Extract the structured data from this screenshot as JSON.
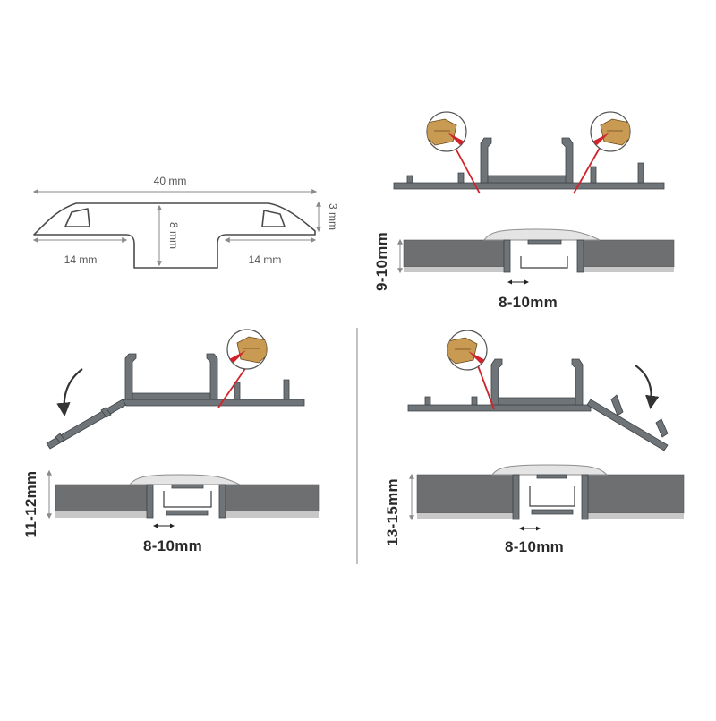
{
  "profile_section": {
    "total_width": "40 mm",
    "wing_left": "14 mm",
    "wing_right": "14 mm",
    "depth": "8 mm",
    "lip": "3 mm"
  },
  "installations": [
    {
      "floor_height": "9-10mm",
      "gap": "8-10mm"
    },
    {
      "floor_height": "11-12mm",
      "gap": "8-10mm"
    },
    {
      "floor_height": "13-15mm",
      "gap": "8-10mm"
    }
  ],
  "icons": [
    "knife-hand-icon",
    "rotate-arrow-icon",
    "double-arrow-icon"
  ],
  "colors": {
    "profile": "#6f7478",
    "cut_line": "#d0242c",
    "board": "#6d6f71"
  }
}
